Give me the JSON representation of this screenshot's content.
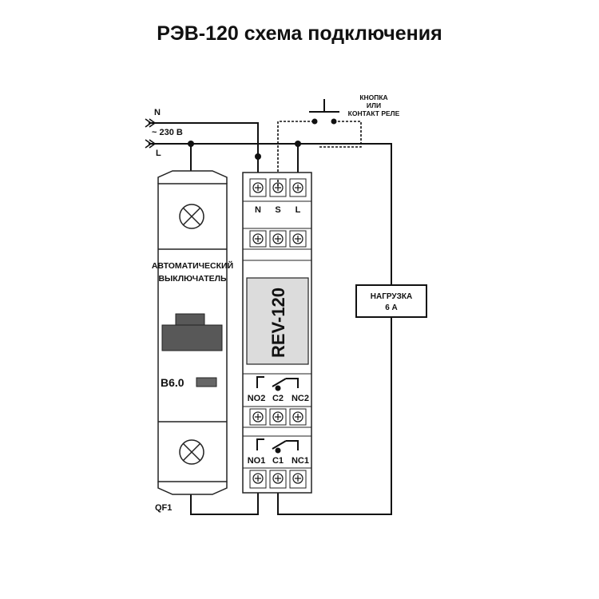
{
  "title": "РЭВ-120 схема подключения",
  "supply": {
    "neutral": "N",
    "voltage": "~ 230 В",
    "line": "L"
  },
  "button_label": {
    "line1": "КНОПКА",
    "line2": "ИЛИ",
    "line3": "КОНТАКТ РЕЛЕ"
  },
  "breaker": {
    "label_line1": "АВТОМАТИЧЕСКИЙ",
    "label_line2": "ВЫКЛЮЧАТЕЛЬ",
    "rating": "B6.0",
    "designator": "QF1"
  },
  "relay": {
    "model": "REV-120",
    "top_terminals": [
      "N",
      "S",
      "L"
    ],
    "middle_terminals": [
      "NO2",
      "C2",
      "NC2"
    ],
    "bottom_terminals": [
      "NO1",
      "C1",
      "NC1"
    ]
  },
  "load": {
    "label": "НАГРУЗКА",
    "current": "6 А"
  },
  "colors": {
    "line": "#111111",
    "device_body": "#ffffff",
    "display_grey": "#dcdcdc",
    "handle_grey": "#585858"
  }
}
